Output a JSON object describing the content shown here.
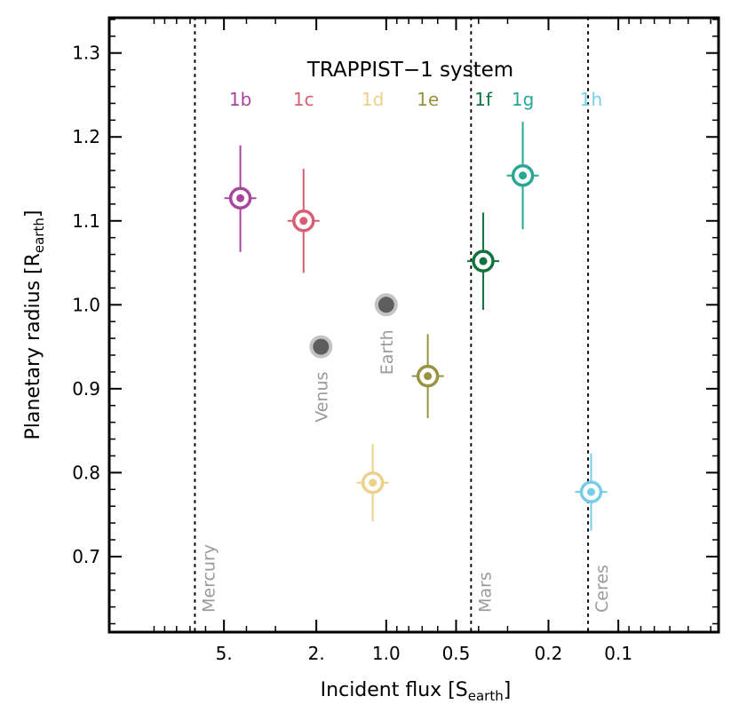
{
  "chart_data": {
    "type": "scatter",
    "title": "TRAPPIST−1 system",
    "xlabel_main": "Incident flux [S",
    "xlabel_sub": "earth",
    "xlabel_end": "]",
    "ylabel_main": "Planetary radius [R",
    "ylabel_sub": "earth",
    "ylabel_end": "]",
    "x_scale": "log",
    "x_reversed": true,
    "xlim": [
      15.6,
      0.037
    ],
    "ylim": [
      0.61,
      1.342
    ],
    "x_ticks": [
      {
        "value": 5,
        "label": "5."
      },
      {
        "value": 2,
        "label": "2."
      },
      {
        "value": 1,
        "label": "1.0"
      },
      {
        "value": 0.5,
        "label": "0.5"
      },
      {
        "value": 0.2,
        "label": "0.2"
      },
      {
        "value": 0.1,
        "label": "0.1"
      }
    ],
    "y_ticks": [
      {
        "value": 0.7,
        "label": "0.7"
      },
      {
        "value": 0.8,
        "label": "0.8"
      },
      {
        "value": 0.9,
        "label": "0.9"
      },
      {
        "value": 1.0,
        "label": "1.0"
      },
      {
        "value": 1.1,
        "label": "1.1"
      },
      {
        "value": 1.2,
        "label": "1.2"
      },
      {
        "value": 1.3,
        "label": "1.3"
      }
    ],
    "grid": false,
    "planets": [
      {
        "name": "1b",
        "flux": 4.25,
        "radius": 1.127,
        "err_lo": 0.064,
        "err_hi": 0.063,
        "color": "#a9459b"
      },
      {
        "name": "1c",
        "flux": 2.27,
        "radius": 1.1,
        "err_lo": 0.062,
        "err_hi": 0.062,
        "color": "#d75f73"
      },
      {
        "name": "1d",
        "flux": 1.143,
        "radius": 0.788,
        "err_lo": 0.046,
        "err_hi": 0.046,
        "color": "#ecd18a"
      },
      {
        "name": "1e",
        "flux": 0.662,
        "radius": 0.915,
        "err_lo": 0.05,
        "err_hi": 0.05,
        "color": "#979340"
      },
      {
        "name": "1f",
        "flux": 0.382,
        "radius": 1.052,
        "err_lo": 0.058,
        "err_hi": 0.058,
        "color": "#0f733c"
      },
      {
        "name": "1g",
        "flux": 0.258,
        "radius": 1.154,
        "err_lo": 0.064,
        "err_hi": 0.064,
        "color": "#28a794"
      },
      {
        "name": "1h",
        "flux": 0.131,
        "radius": 0.777,
        "err_lo": 0.046,
        "err_hi": 0.046,
        "color": "#78cde6"
      }
    ],
    "references": [
      {
        "name": "Venus",
        "flux": 1.91,
        "radius": 0.95,
        "color": "#5e5e5e"
      },
      {
        "name": "Earth",
        "flux": 1.0,
        "radius": 1.0,
        "color": "#5e5e5e"
      }
    ],
    "vlines": [
      {
        "name": "Mercury",
        "flux": 6.67
      },
      {
        "name": "Mars",
        "flux": 0.431
      },
      {
        "name": "Ceres",
        "flux": 0.135
      }
    ]
  }
}
